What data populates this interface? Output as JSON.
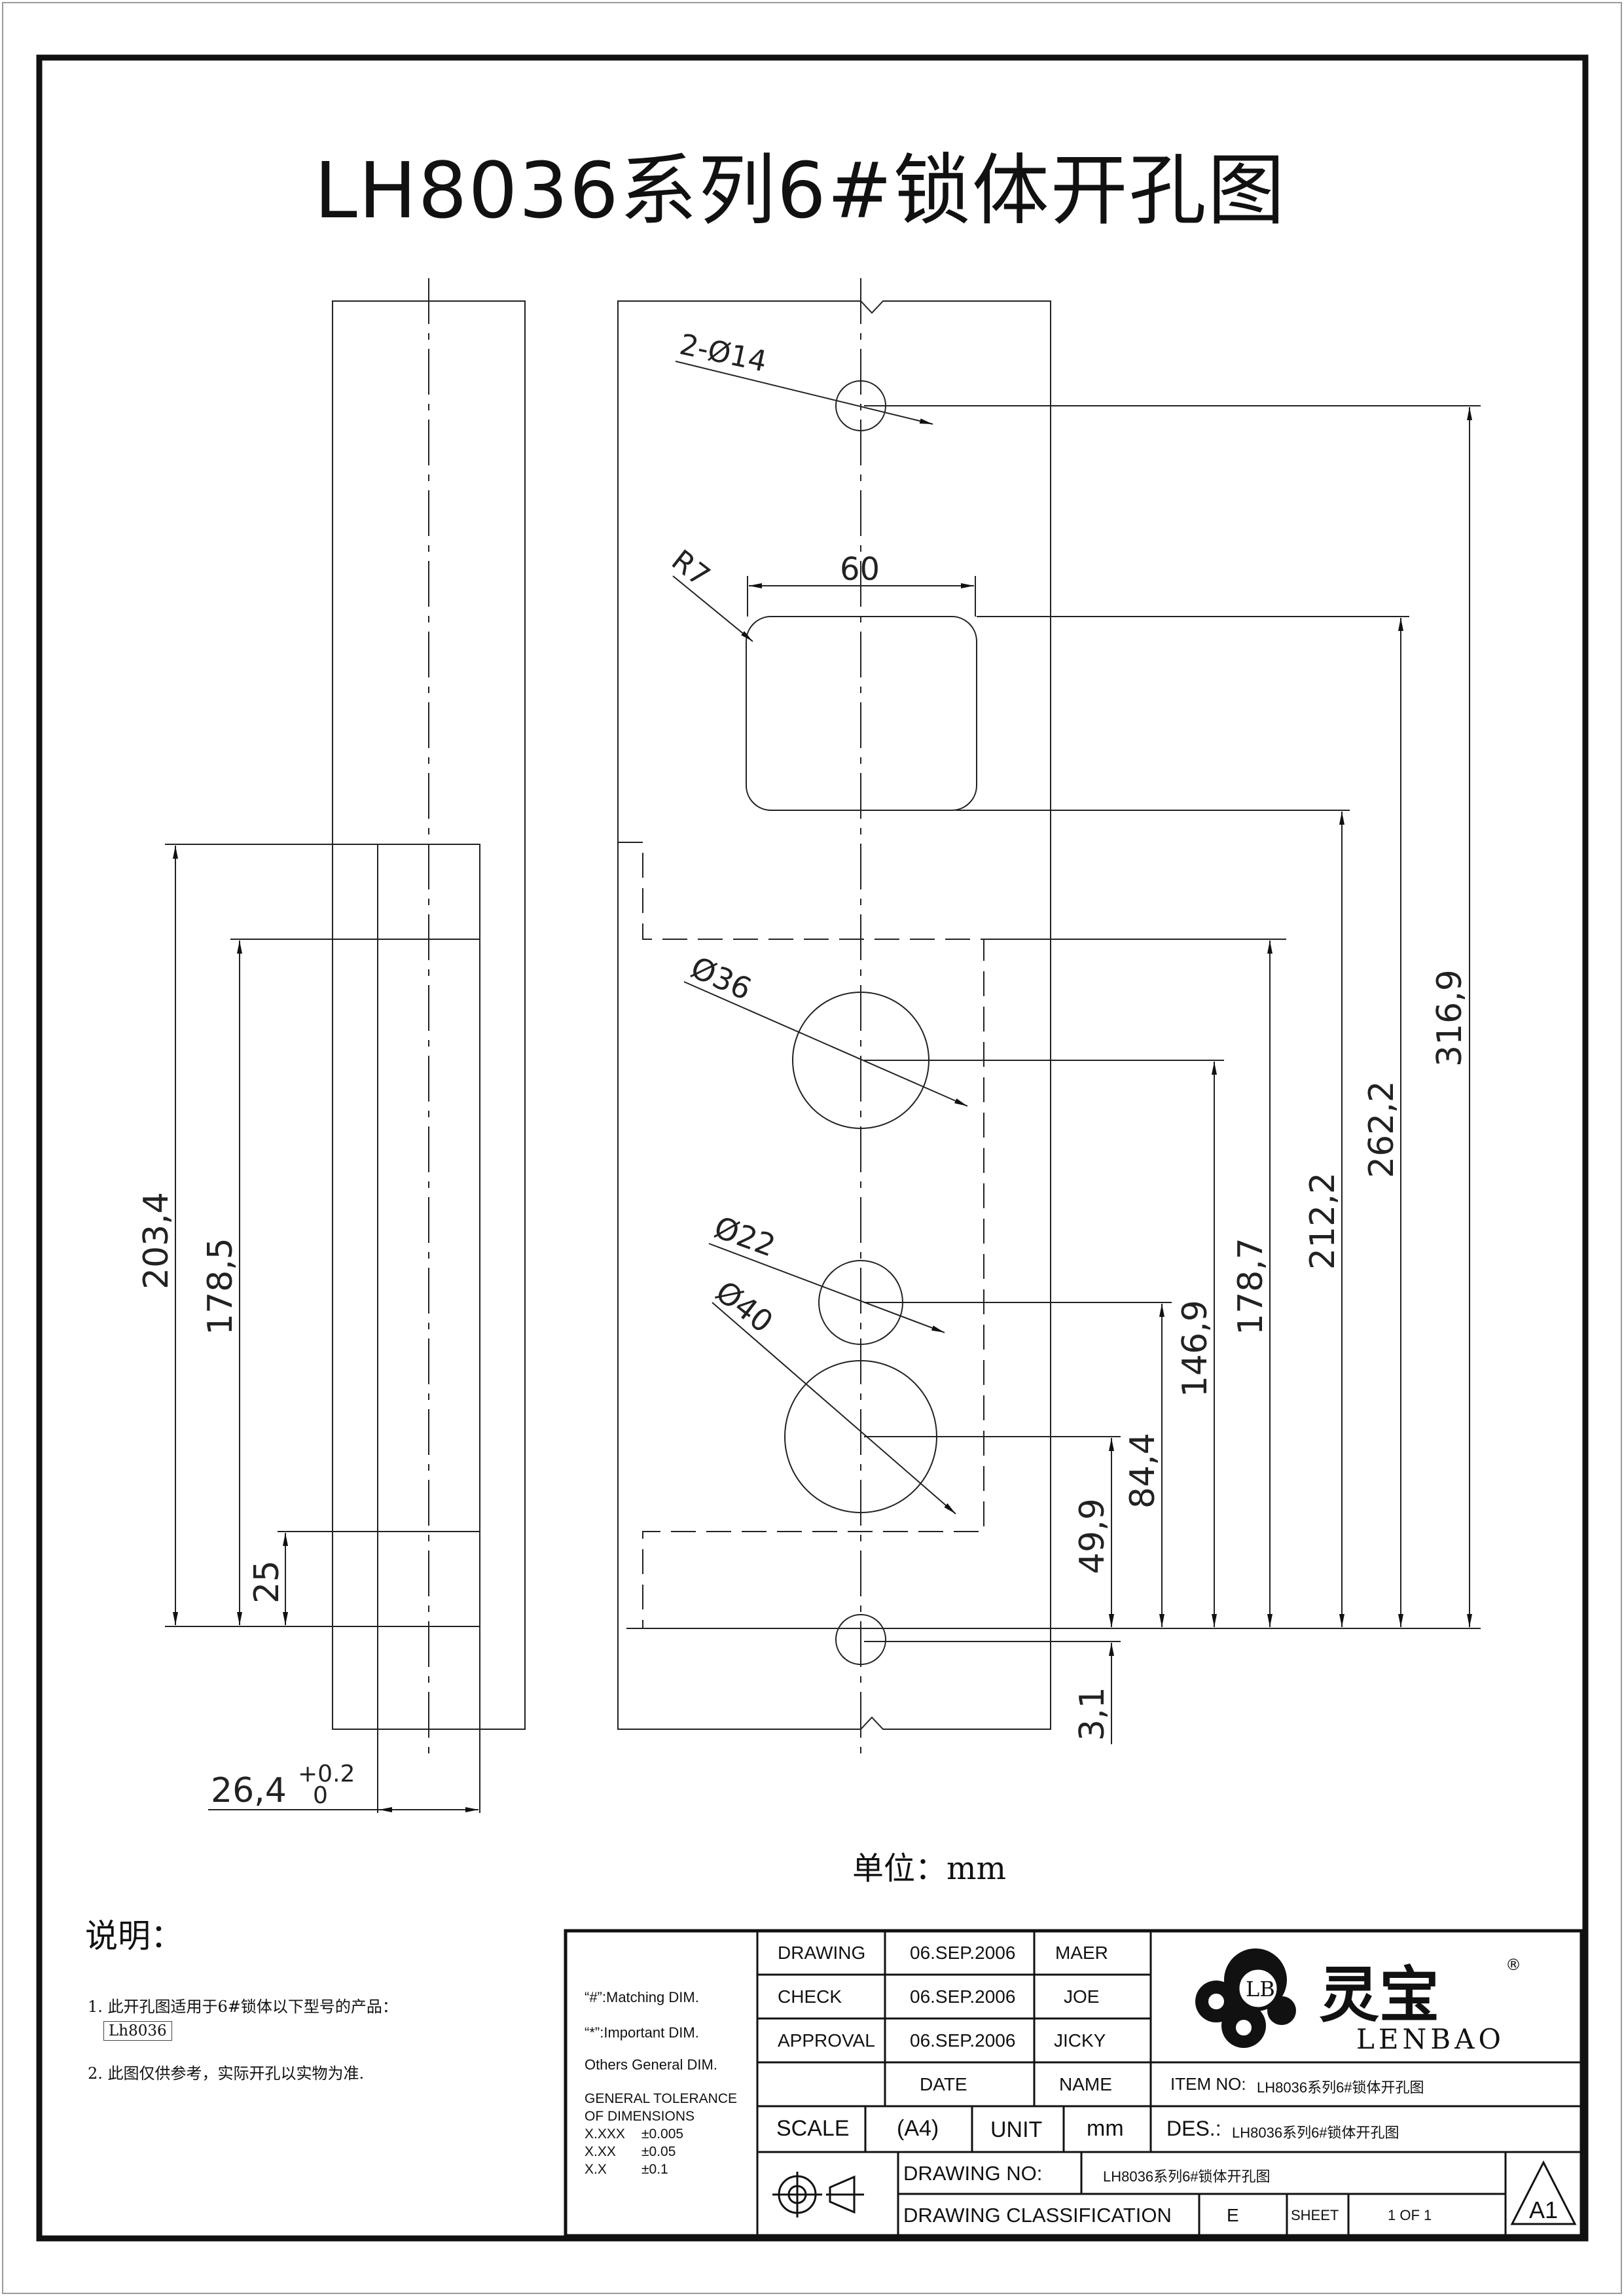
{
  "drawing": {
    "title": "LH8036系列6#锁体开孔图",
    "unit_label": "单位：mm",
    "dimensions": {
      "left_203": "203,4",
      "left_178": "178,5",
      "left_25": "25",
      "width_main": "26,4",
      "tol_upper": "+0.2",
      "tol_lower": "0",
      "hole_top": "2-Ø14",
      "radius": "R7",
      "slot_width": "60",
      "hole_36": "Ø36",
      "hole_22": "Ø22",
      "hole_40": "Ø40",
      "v_316": "316,9",
      "v_262": "262,2",
      "v_212": "212,2",
      "v_178": "178,7",
      "v_146": "146,9",
      "v_84": "84,4",
      "v_49": "49,9",
      "v_3": "3,1"
    }
  },
  "notes": {
    "title": "说明：",
    "items": [
      "1. 此开孔图适用于6#锁体以下型号的产品：",
      "2. 此图仅供参考，实际开孔以实物为准."
    ],
    "model": "Lh8036"
  },
  "title_block": {
    "legend": {
      "matching": "“#”:Matching  DIM.",
      "important": "“*”:Important  DIM.",
      "others": "Others General  DIM.",
      "tolerance_title_1": "GENERAL TOLERANCE",
      "tolerance_title_2": "OF DIMENSIONS",
      "tol_rows": [
        {
          "format": "X.XXX",
          "value": "±0.005"
        },
        {
          "format": "X.XX",
          "value": "±0.05"
        },
        {
          "format": "X.X",
          "value": "±0.1"
        }
      ]
    },
    "approvals": [
      {
        "role": "DRAWING",
        "date": "06.SEP.2006",
        "name": "MAER"
      },
      {
        "role": "CHECK",
        "date": "06.SEP.2006",
        "name": "JOE"
      },
      {
        "role": "APPROVAL",
        "date": "06.SEP.2006",
        "name": "JICKY"
      }
    ],
    "date_header": "DATE",
    "name_header": "NAME",
    "scale_label": "SCALE",
    "scale_value": "(A4)",
    "unit_label": "UNIT",
    "unit_value": "mm",
    "item_no_label": "ITEM NO:",
    "item_no_value": "LH8036系列6#锁体开孔图",
    "des_label": "DES.:",
    "des_value": "LH8036系列6#锁体开孔图",
    "drawing_no_label": "DRAWING NO:",
    "drawing_no_value": "LH8036系列6#锁体开孔图",
    "classification_label": "DRAWING CLASSIFICATION",
    "classification_value": "E",
    "sheet_label": "SHEET",
    "sheet_value": "1 OF 1",
    "size_code": "A1",
    "logo": {
      "monogram": "LB",
      "cn_name": "灵宝",
      "en_name": "LENBAO",
      "registered": "®"
    }
  }
}
